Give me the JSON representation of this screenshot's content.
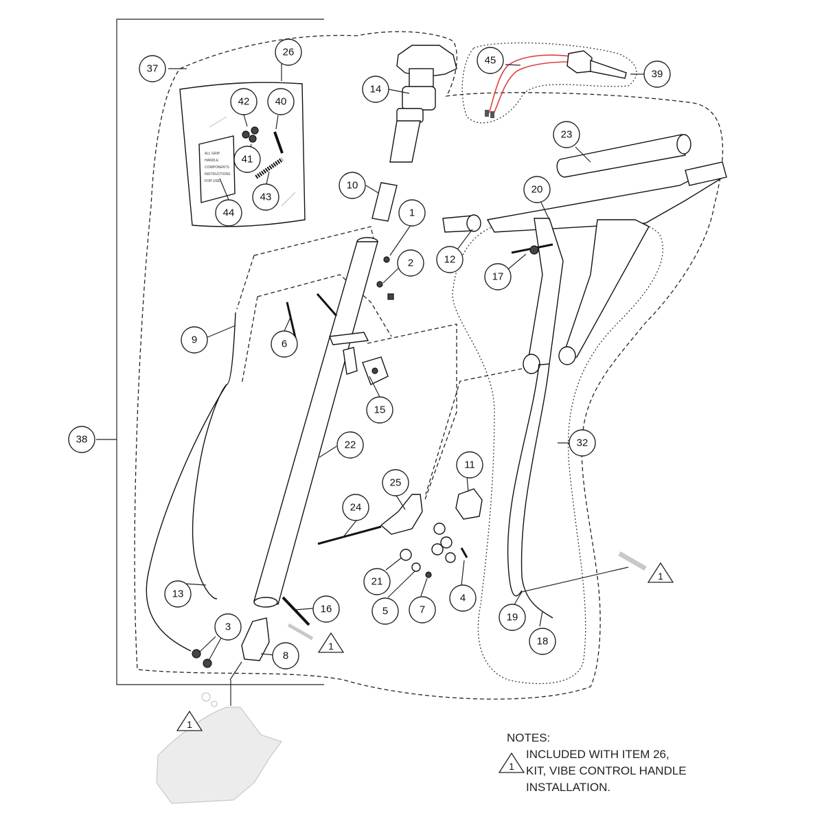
{
  "callouts": [
    {
      "id": "1"
    },
    {
      "id": "2"
    },
    {
      "id": "3"
    },
    {
      "id": "4"
    },
    {
      "id": "5"
    },
    {
      "id": "6"
    },
    {
      "id": "7"
    },
    {
      "id": "8"
    },
    {
      "id": "9"
    },
    {
      "id": "10"
    },
    {
      "id": "11"
    },
    {
      "id": "12"
    },
    {
      "id": "13"
    },
    {
      "id": "14"
    },
    {
      "id": "15"
    },
    {
      "id": "16"
    },
    {
      "id": "17"
    },
    {
      "id": "18"
    },
    {
      "id": "19"
    },
    {
      "id": "20"
    },
    {
      "id": "21"
    },
    {
      "id": "22"
    },
    {
      "id": "23"
    },
    {
      "id": "24"
    },
    {
      "id": "25"
    },
    {
      "id": "26"
    },
    {
      "id": "32"
    },
    {
      "id": "37"
    },
    {
      "id": "38"
    },
    {
      "id": "39"
    },
    {
      "id": "40"
    },
    {
      "id": "41"
    },
    {
      "id": "42"
    },
    {
      "id": "43"
    },
    {
      "id": "44"
    },
    {
      "id": "45"
    }
  ],
  "note_marker": "1",
  "notes": {
    "heading": "NOTES:",
    "marker": "1",
    "lines": [
      "INCLUDED WITH ITEM 26,",
      "KIT, VIBE CONTROL HANDLE",
      "INSTALLATION."
    ]
  },
  "colors": {
    "line": "#222222",
    "wire_highlight": "#e23c3c",
    "ghost_part": "#c8c8c8"
  }
}
